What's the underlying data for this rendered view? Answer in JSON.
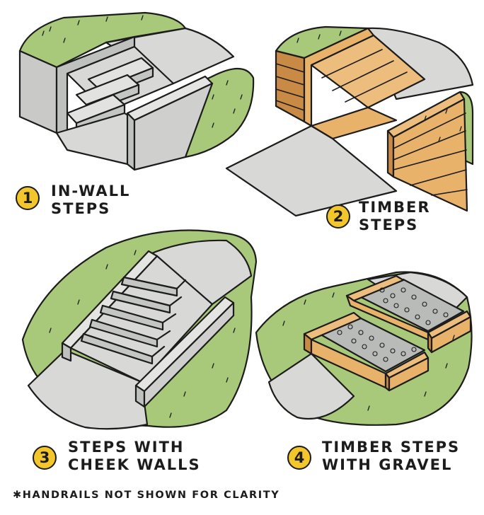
{
  "colors": {
    "grass": "#a9c97a",
    "concrete": "#d8d9d7",
    "concrete_dark": "#bfc1bf",
    "timber": "#e9b26b",
    "timber_dark": "#c98a45",
    "gravel": "#b9bbb8",
    "outline": "#1c1c1c",
    "badge": "#f3c72c"
  },
  "panels": [
    {
      "number": "1",
      "lines": [
        "IN-WALL",
        "STEPS"
      ]
    },
    {
      "number": "2",
      "lines": [
        "TIMBER",
        "STEPS"
      ]
    },
    {
      "number": "3",
      "lines": [
        "STEPS WITH",
        "CHEEK WALLS"
      ]
    },
    {
      "number": "4",
      "lines": [
        "TIMBER STEPS",
        "WITH GRAVEL"
      ]
    }
  ],
  "footnote": "✱HANDRAILS NOT SHOWN FOR CLARITY"
}
